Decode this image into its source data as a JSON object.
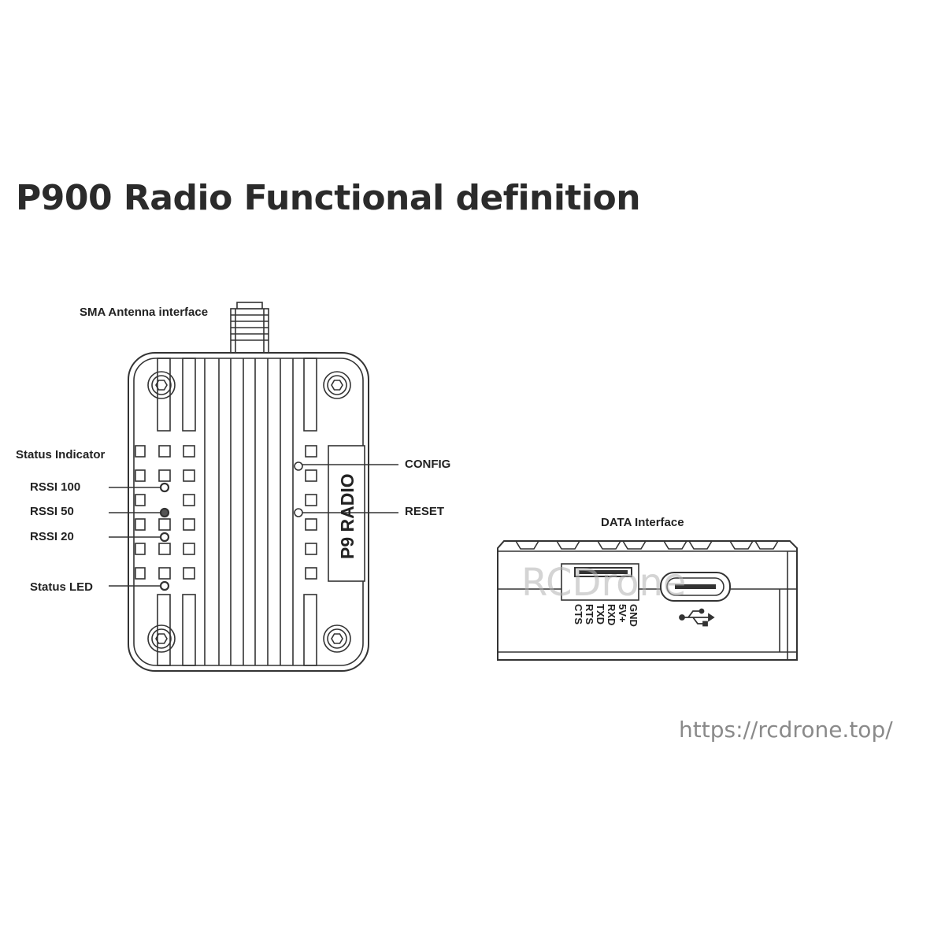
{
  "title": "P900 Radio Functional definition",
  "labels": {
    "antenna": "SMA Antenna interface",
    "status_indicator": "Status Indicator",
    "rssi_100": "RSSI 100",
    "rssi_50": "RSSI 50",
    "rssi_20": "RSSI 20",
    "status_led": "Status LED",
    "config": "CONFIG",
    "reset": "RESET",
    "data_interface": "DATA Interface"
  },
  "device_label": "P9 RADIO",
  "pins": [
    "GND",
    "5V+",
    "RXD",
    "TXD",
    "RTS",
    "CTS"
  ],
  "watermark": "RCDrone",
  "url": "https://rcdrone.top/",
  "icons": {
    "usb": "usb-icon"
  },
  "colors": {
    "line": "#333333",
    "label": "#222222",
    "url": "#8a8a8a",
    "watermark": "#b0b0b0"
  }
}
